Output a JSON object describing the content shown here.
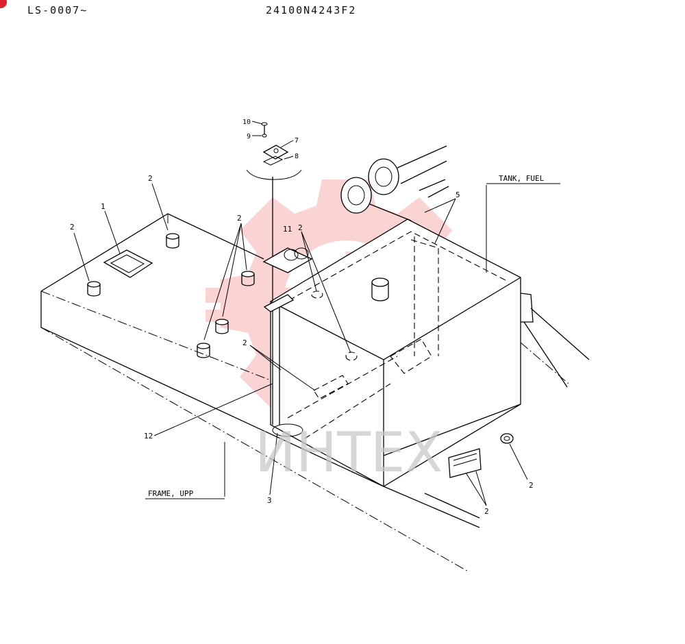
{
  "header": {
    "serial_range": "LS-0007~",
    "drawing_code": "24100N4243F2"
  },
  "watermark": {
    "text": "ИНТЕХ",
    "gear_color": "#f4a7a7",
    "text_color": "#c9c9c9"
  },
  "callouts": {
    "c1": "1",
    "c2a": "2",
    "c2b": "2",
    "c2c": "2",
    "c2d": "2",
    "c2e": "2",
    "c2f": "2",
    "c2g": "2",
    "c3": "3",
    "c5": "5",
    "c7": "7",
    "c8": "8",
    "c9": "9",
    "c10": "10",
    "c11": "11",
    "c12": "12"
  },
  "part_labels": {
    "tank_fuel": "TANK, FUEL",
    "frame_upp": "FRAME, UPP"
  }
}
